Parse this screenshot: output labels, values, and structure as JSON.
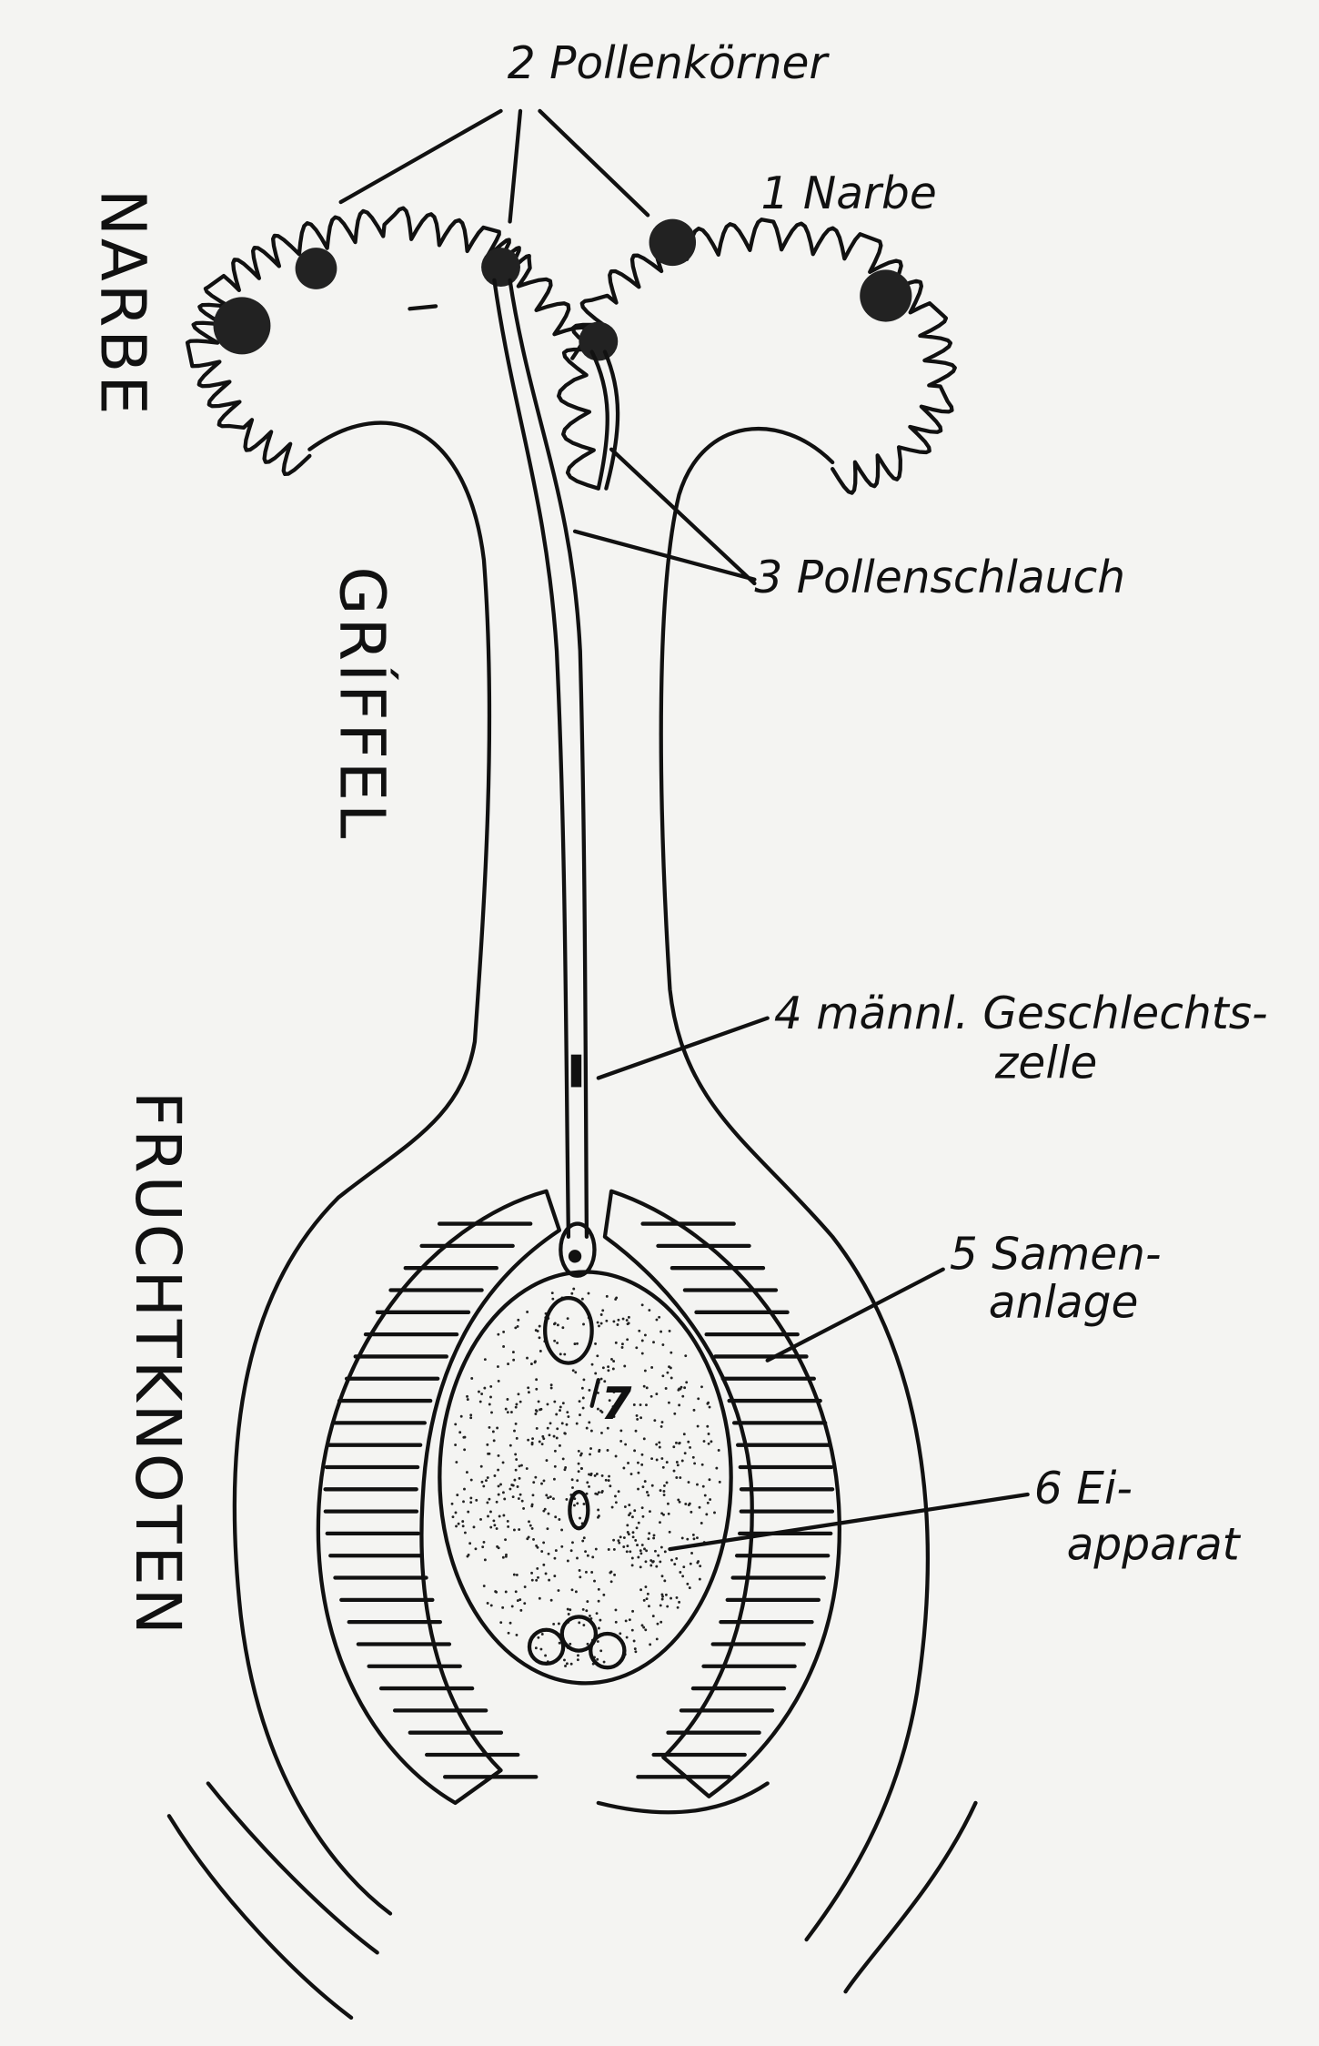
{
  "diagram": {
    "labels": {
      "pollen": "2 Pollenkörner",
      "stigma": "1 Narbe",
      "pollen_tube": "3 Pollenschlauch",
      "male_cell_1": "4 männl. Geschlechts-",
      "male_cell_2": "zelle",
      "ovule_1": "5 Samen-",
      "ovule_2": "anlage",
      "egg_1": "6 Ei-",
      "egg_2": "apparat",
      "seven": "7"
    },
    "regions": {
      "narbe": "NARBE",
      "griffel": "GRÍFFEL",
      "fruchtknoten": "FRUCHTKNOTEN"
    },
    "colors": {
      "ink": "#111111",
      "paper": "#f4f4f2"
    }
  }
}
